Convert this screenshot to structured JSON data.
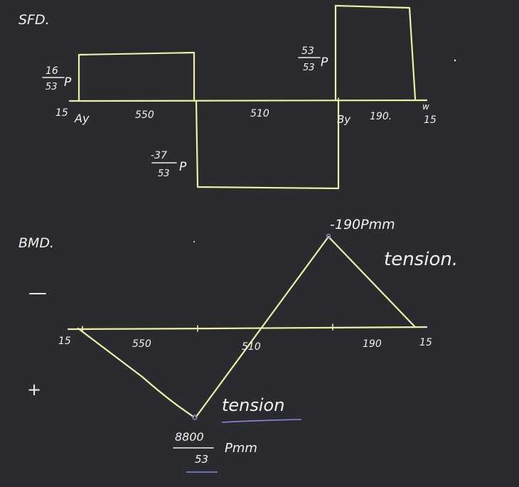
{
  "sfd": {
    "title": "SFD.",
    "ay_value": {
      "num": "16",
      "den": "53",
      "suffix": "P"
    },
    "mid_value": {
      "num": "-37",
      "den": "53",
      "suffix": "P"
    },
    "by_value": {
      "num": "53",
      "den": "53",
      "suffix": "P"
    },
    "labels": {
      "left_end": "15",
      "ay": "Ay",
      "span1": "550",
      "span2": "510",
      "by": "By",
      "span3": "190.",
      "right_end": "15",
      "load_mark": "w"
    }
  },
  "bmd": {
    "title": "BMD.",
    "minus": "—",
    "plus": "+",
    "peak_label": "-190Pmm",
    "tension_top": "tension.",
    "tension_bottom": "tension",
    "moment_value": {
      "num": "8800",
      "den": "53",
      "suffix": "Pmm"
    },
    "labels": {
      "left_end": "15",
      "span1": "550",
      "span2": "510",
      "span3": "190",
      "right_end": "15"
    }
  },
  "colors": {
    "background": "#2a2b2e",
    "ink": "#eef0a6",
    "text": "#f2f2ee",
    "underline": "#8f86d9"
  }
}
